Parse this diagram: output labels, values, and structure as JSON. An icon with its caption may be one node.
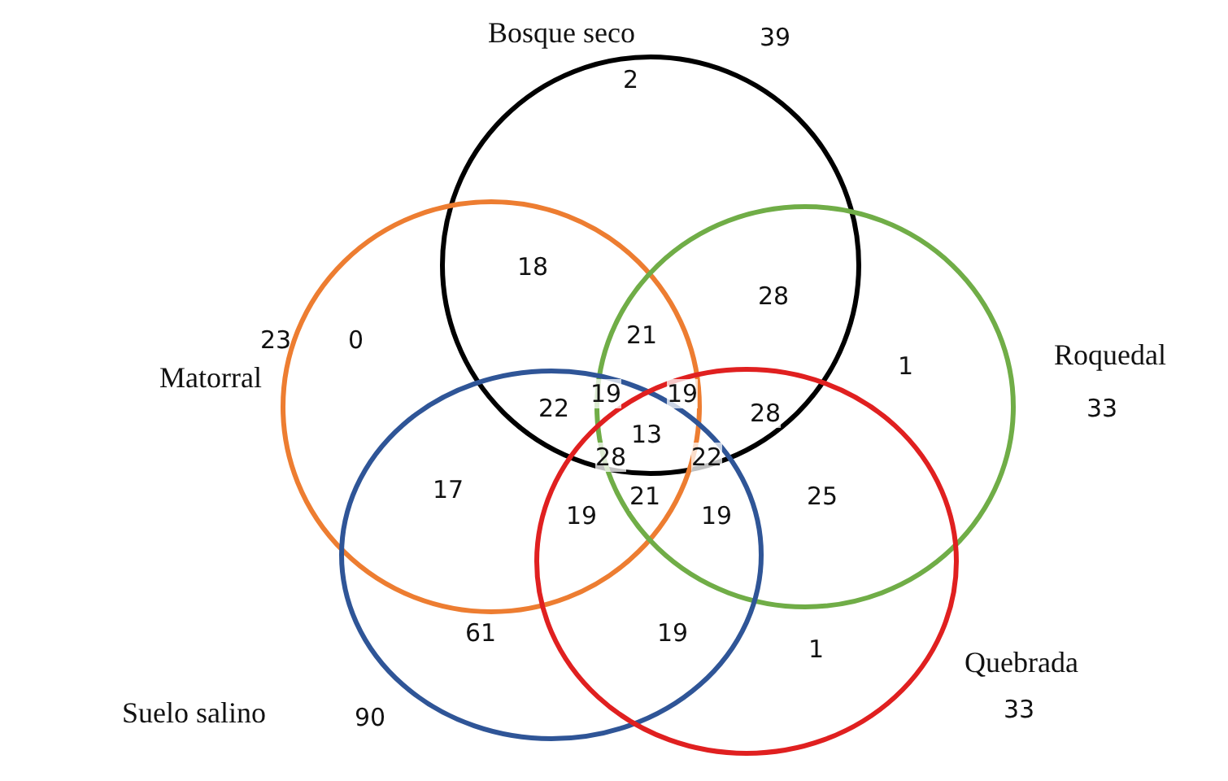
{
  "diagram": {
    "nodes": [
      {
        "text": [
          "Bosque seco"
        ],
        "beside": [
          "39"
        ]
      },
      {
        "text": [
          "Matorral"
        ],
        "beside": [
          "23"
        ]
      },
      {
        "text": [
          "Roquedal"
        ],
        "beside": [
          "33"
        ]
      },
      {
        "text": [
          "Suelo salino"
        ],
        "beside": [
          "90"
        ]
      },
      {
        "text": [
          "Quebrada"
        ],
        "beside": [
          "33"
        ]
      }
    ],
    "edges": [],
    "labels": [
      "2",
      "18",
      "28",
      "0",
      "21",
      "1",
      "19",
      "19",
      "22",
      "28",
      "13",
      "28",
      "22",
      "17",
      "21",
      "25",
      "19",
      "19",
      "61",
      "19",
      "1"
    ]
  }
}
